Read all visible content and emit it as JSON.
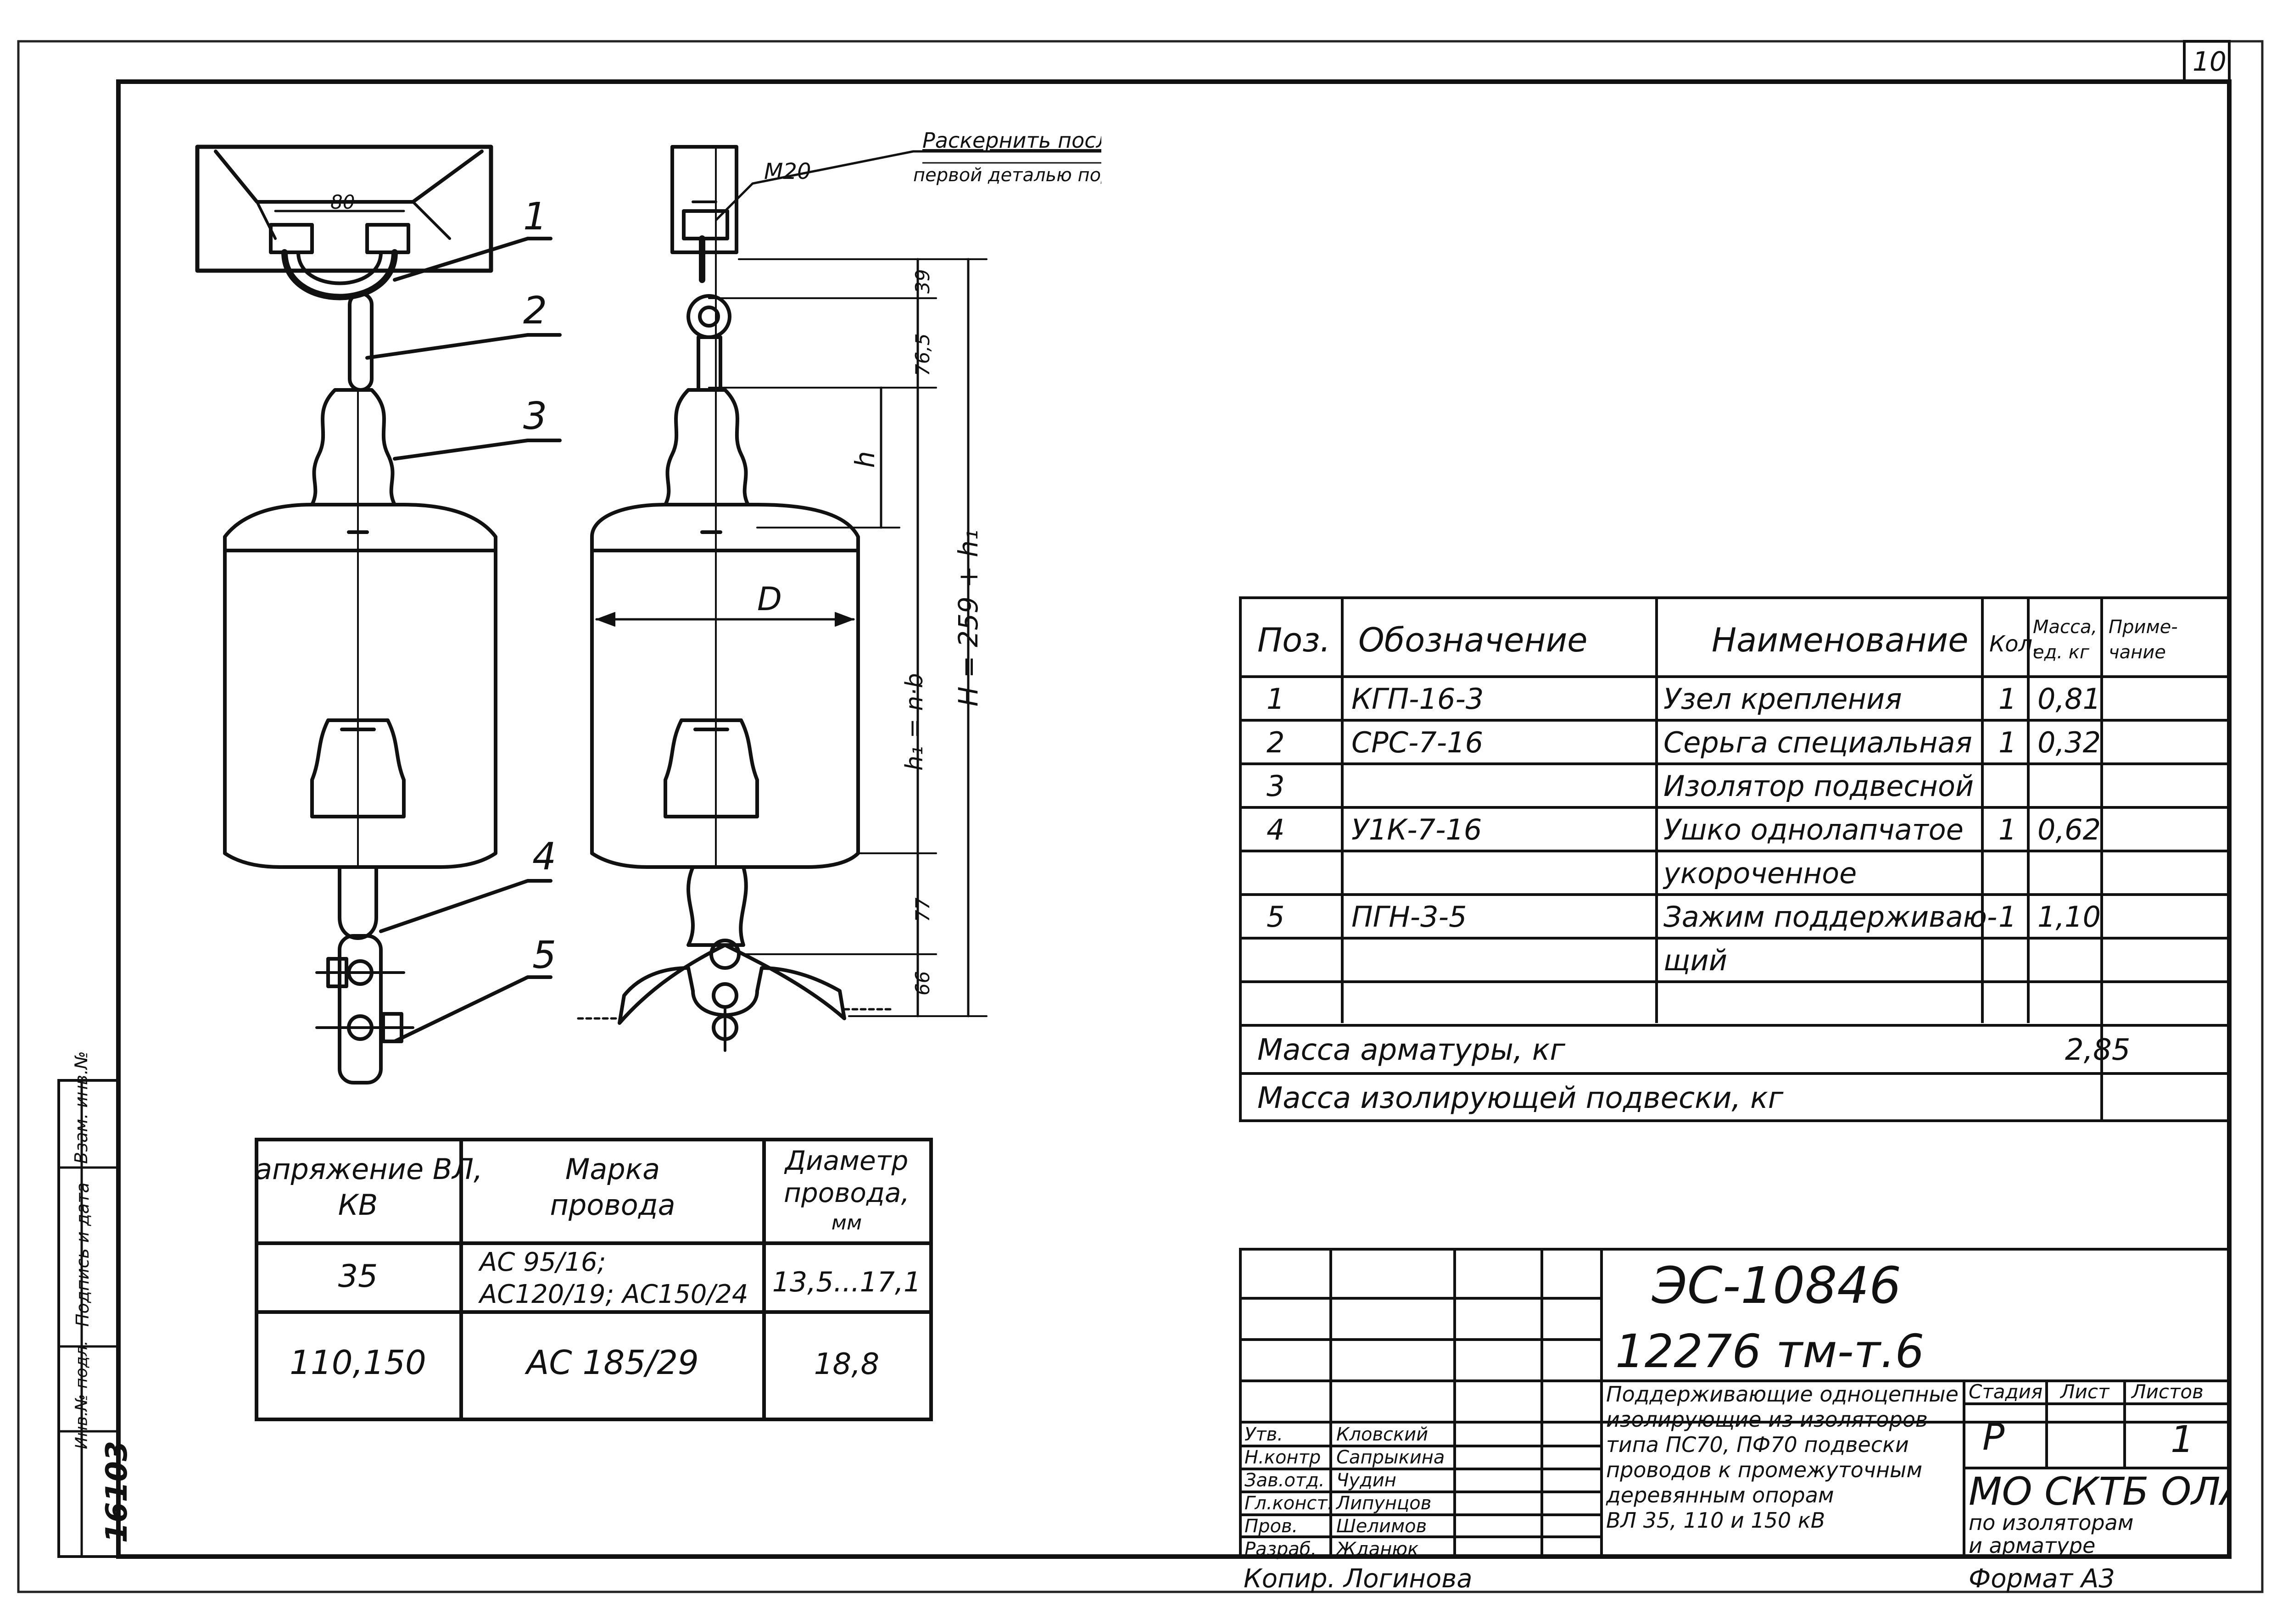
{
  "sheet": {
    "number": "10"
  },
  "note": {
    "line1": "Раскернить после соединения с",
    "line2": "первой деталью подвески"
  },
  "drawing": {
    "dim_80": "80",
    "dim_m20": "M20",
    "dim_39": "39",
    "dim_76_5": "76,5",
    "dim_h": "h",
    "dim_D": "D",
    "dim_h1": "h₁ = n·b",
    "dim_H": "H = 259 + h₁",
    "dim_77": "77",
    "dim_66": "66",
    "callouts": [
      "1",
      "2",
      "3",
      "4",
      "5"
    ]
  },
  "parts_table": {
    "headers": {
      "pos": "Поз.",
      "designation": "Обозначение",
      "name": "Наименование",
      "qty": "Кол.",
      "mass": "Масса, ед. кг",
      "note": "Приме- чание"
    },
    "rows": [
      {
        "pos": "1",
        "designation": "КГП-16-3",
        "name": "Узел крепления",
        "qty": "1",
        "mass": "0,81"
      },
      {
        "pos": "2",
        "designation": "СРС-7-16",
        "name": "Серьга специальная",
        "qty": "1",
        "mass": "0,32"
      },
      {
        "pos": "3",
        "designation": "",
        "name": "Изолятор подвесной",
        "qty": "",
        "mass": ""
      },
      {
        "pos": "4",
        "designation": "У1К-7-16",
        "name": "Ушко однолапчатое",
        "qty": "1",
        "mass": "0,62"
      },
      {
        "pos": "",
        "designation": "",
        "name": "укороченное",
        "qty": "",
        "mass": ""
      },
      {
        "pos": "5",
        "designation": "ПГН-3-5",
        "name": "Зажим поддерживаю-",
        "qty": "1",
        "mass": "1,10"
      },
      {
        "pos": "",
        "designation": "",
        "name": "щий",
        "qty": "",
        "mass": ""
      },
      {
        "pos": "",
        "designation": "",
        "name": "",
        "qty": "",
        "mass": ""
      }
    ],
    "fittings_mass_label": "Масса арматуры, кг",
    "fittings_mass_value": "2,85",
    "suspension_mass_label": "Масса изолирующей подвески, кг",
    "suspension_mass_value": ""
  },
  "wire_table": {
    "headers": {
      "voltage": "Напряжение ВЛ, КВ",
      "brand": "Марка провода",
      "diameter": "Диаметр провода, мм"
    },
    "rows": [
      {
        "voltage": "35",
        "brand_line1": "АС 95/16;",
        "brand_line2": "АС120/19; АС150/24",
        "diameter": "13,5...17,1"
      },
      {
        "voltage": "110,150",
        "brand_line1": "АС 185/29",
        "brand_line2": "",
        "diameter": "18,8"
      }
    ]
  },
  "side_stamp": {
    "inv_orig": "Инв.№ подл.",
    "sign_date": "Подпись и дата",
    "inv_replace": "Взам. инв.№",
    "inv_number": "16103"
  },
  "title_block": {
    "doc_code": "ЭС-10846",
    "project_code": "12276 тм-т.6",
    "roles": [
      {
        "role": "Утв.",
        "name": "Кловский"
      },
      {
        "role": "Н.контр",
        "name": "Сапрыкина"
      },
      {
        "role": "Зав.отд.",
        "name": "Чудин"
      },
      {
        "role": "Гл.конст.",
        "name": "Липунцов"
      },
      {
        "role": "Пров.",
        "name": "Шелимов"
      },
      {
        "role": "Разраб.",
        "name": "Жданюк"
      }
    ],
    "description": [
      "Поддерживающие одноцепные",
      "изолирующие из изоляторов",
      "типа ПС70, ПФ70 подвески",
      "проводов к промежуточным",
      "деревянным опорам",
      "ВЛ 35, 110 и 150 кВ"
    ],
    "stage_label": "Стадия",
    "sheet_label": "Лист",
    "sheets_label": "Листов",
    "stage_value": "Р",
    "sheet_value": "",
    "sheets_value": "1",
    "org_line1": "МО СКТБ ОЛА",
    "org_line2": "по изоляторам",
    "org_line3": "и арматуре",
    "copied_by": "Копир. Логинова",
    "format": "Формат А3"
  }
}
